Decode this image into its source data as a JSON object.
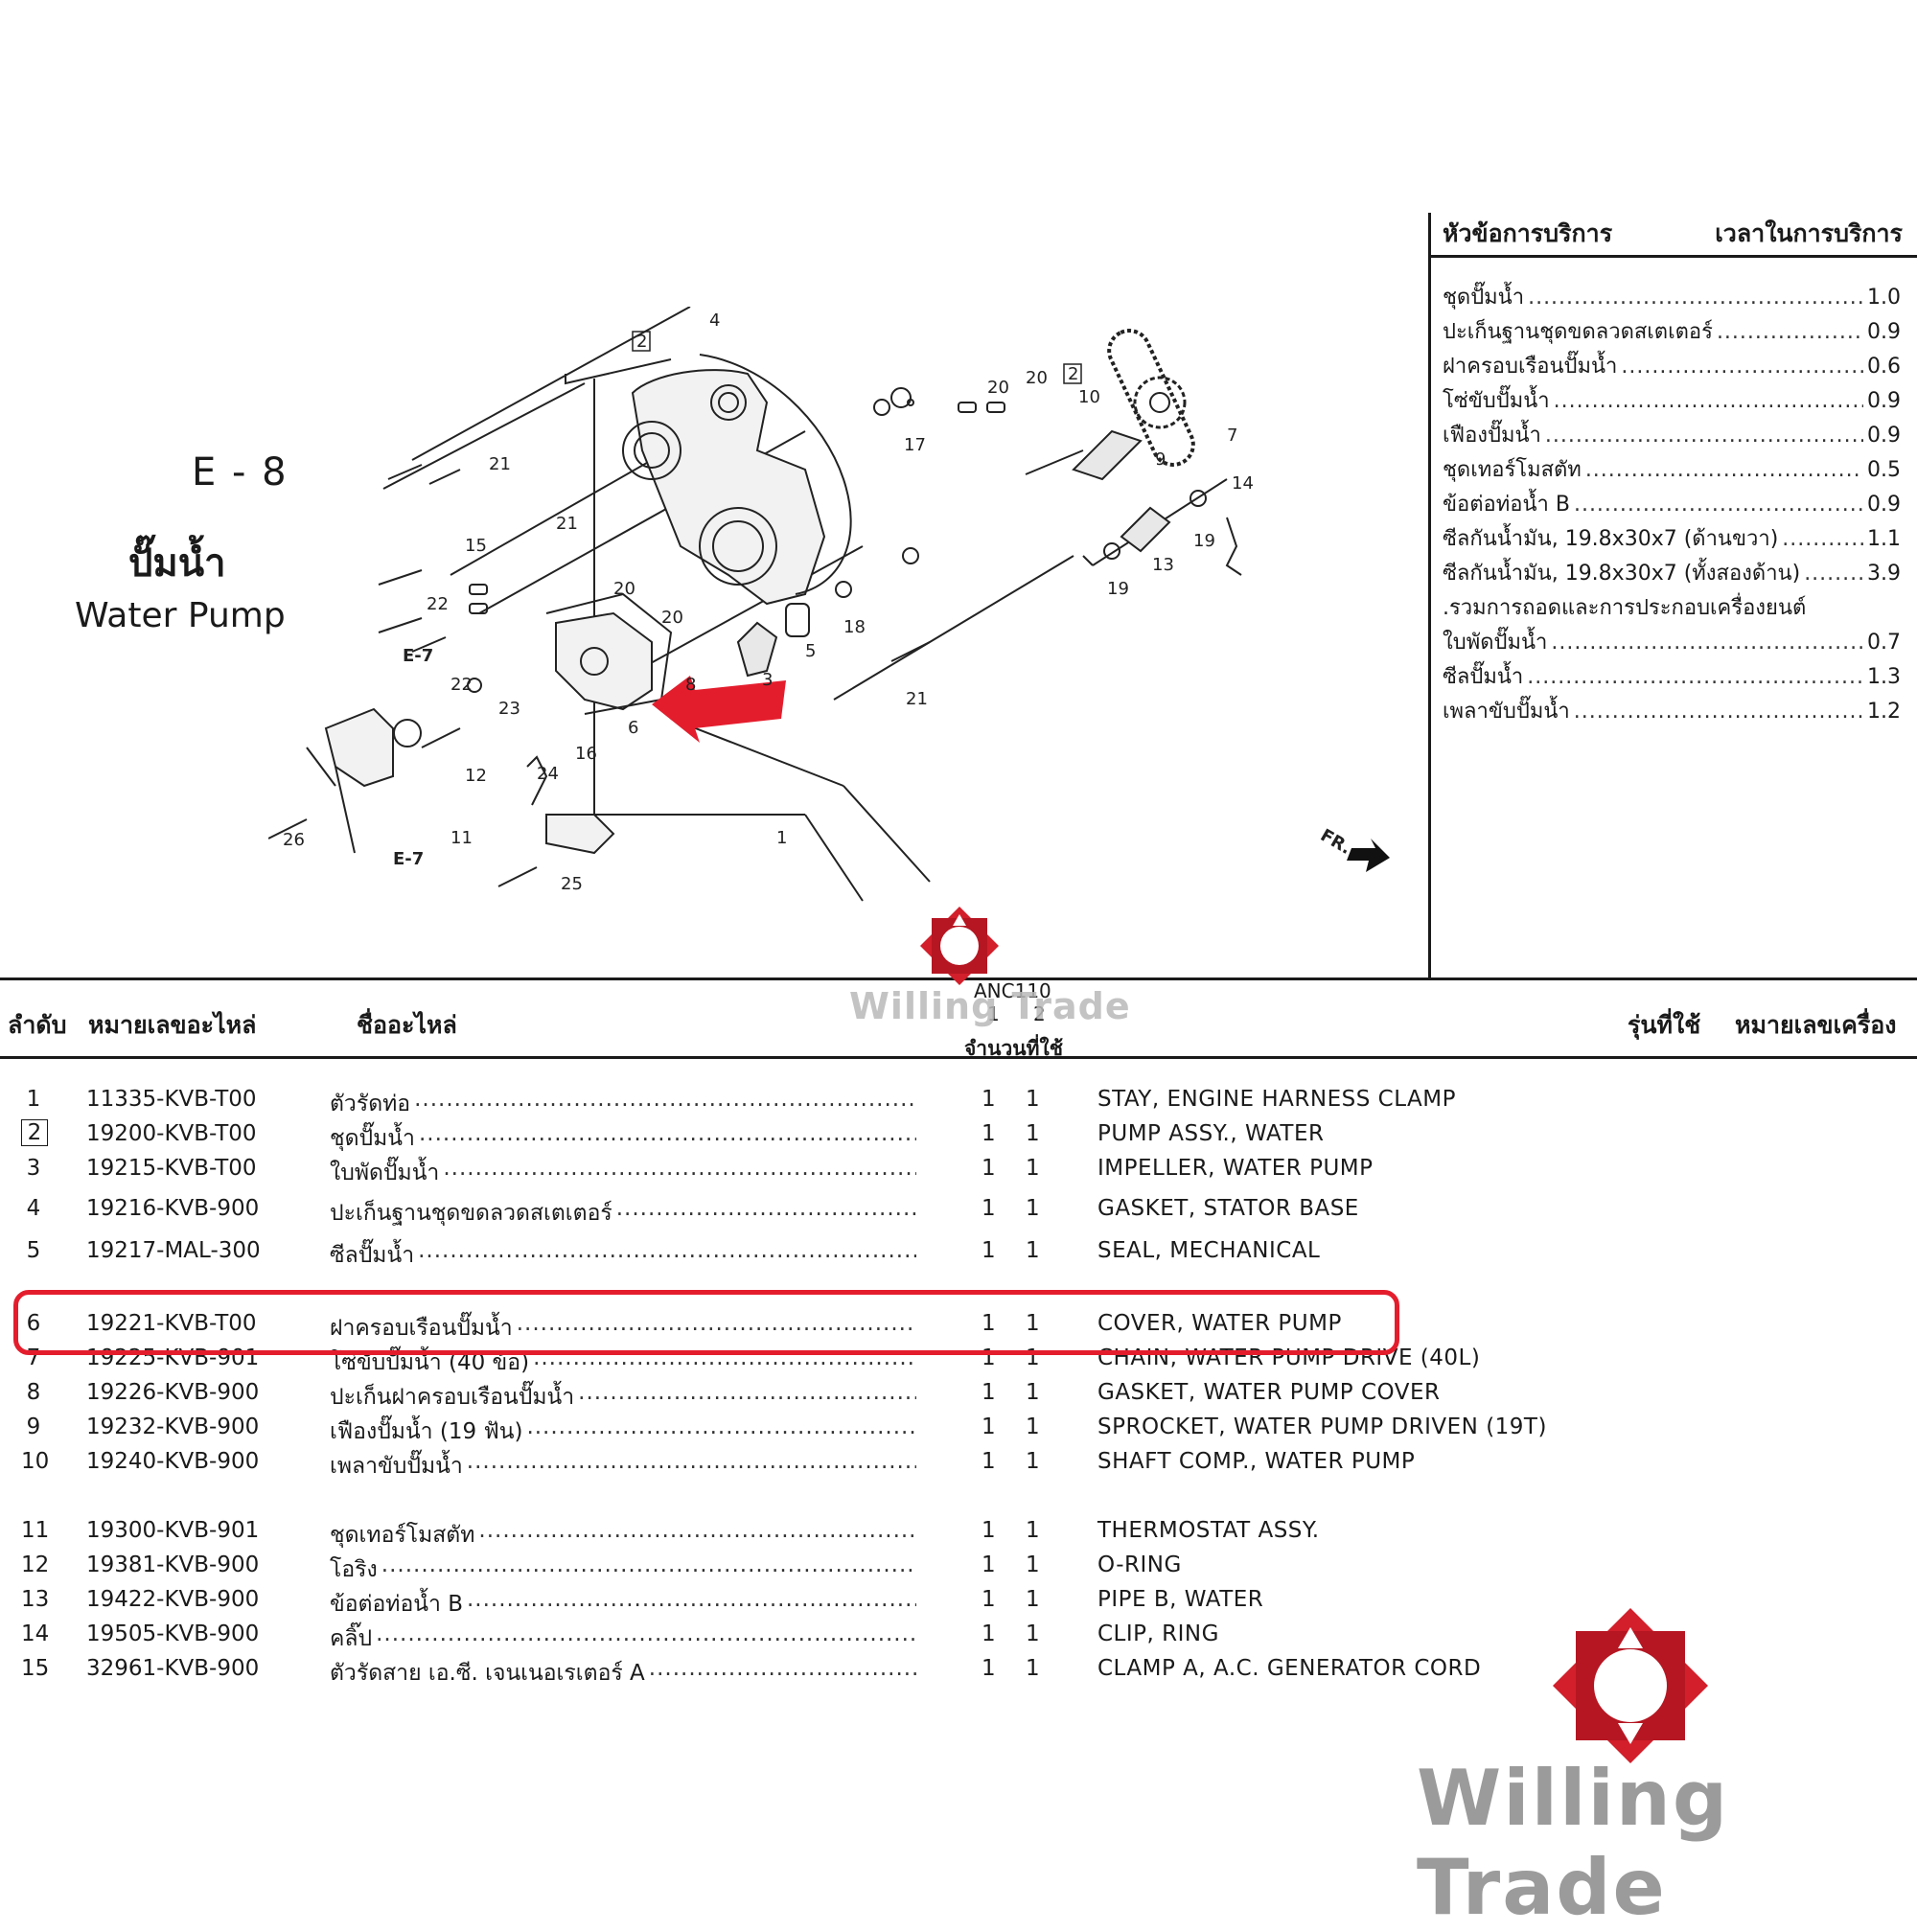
{
  "section": {
    "code": "E - 8",
    "title_th": "ปั๊มน้ำ",
    "title_en": "Water Pump"
  },
  "diagram": {
    "callouts": [
      "1",
      "2",
      "2",
      "3",
      "4",
      "5",
      "6",
      "7",
      "8",
      "9",
      "10",
      "11",
      "12",
      "13",
      "14",
      "15",
      "16",
      "17",
      "18",
      "19",
      "19",
      "20",
      "20",
      "20",
      "20",
      "21",
      "21",
      "21",
      "22",
      "22",
      "23",
      "24",
      "25",
      "26"
    ],
    "refs": [
      "E-7",
      "E-7"
    ],
    "direction_label": "FR."
  },
  "service": {
    "header_left": "หัวข้อการบริการ",
    "header_right": "เวลาในการบริการ",
    "items": [
      {
        "label": "ชุดปั๊มน้ำ",
        "value": "1.0"
      },
      {
        "label": "ปะเก็นฐานชุดขดลวดสเตเตอร์",
        "value": "0.9"
      },
      {
        "label": "ฝาครอบเรือนปั๊มน้ำ",
        "value": "0.6"
      },
      {
        "label": "โซ่ขับปั๊มน้ำ",
        "value": "0.9"
      },
      {
        "label": "เฟืองปั๊มน้ำ",
        "value": "0.9"
      },
      {
        "label": "ชุดเทอร์โมสตัท",
        "value": "0.5"
      },
      {
        "label": "ข้อต่อท่อน้ำ B",
        "value": "0.9"
      },
      {
        "label": "ซีลกันน้ำมัน, 19.8x30x7 (ด้านขวา)",
        "value": "1.1"
      },
      {
        "label": "ซีลกันน้ำมัน, 19.8x30x7 (ทั้งสองด้าน)",
        "value": "3.9"
      },
      {
        "label": ".รวมการถอดและการประกอบเครื่องยนต์",
        "value": ""
      },
      {
        "label": "ใบพัดปั๊มน้ำ",
        "value": "0.7"
      },
      {
        "label": "ซีลปั๊มน้ำ",
        "value": "1.3"
      },
      {
        "label": "เพลาขับปั๊มน้ำ",
        "value": "1.2"
      }
    ]
  },
  "table": {
    "headers": {
      "no": "ลำดับ",
      "part_no": "หมายเลขอะไหล่",
      "name": "ชื่ออะไหล่",
      "model": "ANC110",
      "qty1": "1",
      "qty2": "2",
      "qty_label": "จำนวนที่ใช้",
      "used_model": "รุ่นที่ใช้",
      "engine_no": "หมายเลขเครื่อง"
    },
    "rows": [
      {
        "no": "1",
        "part_no": "11335-KVB-T00",
        "name_th": "ตัวรัดท่อ",
        "q1": "1",
        "q2": "1",
        "name_en": "STAY, ENGINE HARNESS CLAMP"
      },
      {
        "no": "2",
        "part_no": "19200-KVB-T00",
        "name_th": "ชุดปั๊มน้ำ",
        "q1": "1",
        "q2": "1",
        "name_en": "PUMP ASSY., WATER"
      },
      {
        "no": "3",
        "part_no": "19215-KVB-T00",
        "name_th": "ใบพัดปั๊มน้ำ",
        "q1": "1",
        "q2": "1",
        "name_en": "IMPELLER, WATER PUMP"
      },
      {
        "no": "4",
        "part_no": "19216-KVB-900",
        "name_th": "ปะเก็นฐานชุดขดลวดสเตเตอร์",
        "q1": "1",
        "q2": "1",
        "name_en": "GASKET, STATOR BASE"
      },
      {
        "no": "5",
        "part_no": "19217-MAL-300",
        "name_th": "ซีลปั๊มน้ำ",
        "q1": "1",
        "q2": "1",
        "name_en": "SEAL, MECHANICAL"
      },
      {
        "no": "6",
        "part_no": "19221-KVB-T00",
        "name_th": "ฝาครอบเรือนปั๊มน้ำ",
        "q1": "1",
        "q2": "1",
        "name_en": "COVER, WATER PUMP"
      },
      {
        "no": "7",
        "part_no": "19225-KVB-901",
        "name_th": "โซ่ขับปั๊มน้ำ (40 ข้อ)",
        "q1": "1",
        "q2": "1",
        "name_en": "CHAIN, WATER PUMP DRIVE (40L)"
      },
      {
        "no": "8",
        "part_no": "19226-KVB-900",
        "name_th": "ปะเก็นฝาครอบเรือนปั๊มน้ำ",
        "q1": "1",
        "q2": "1",
        "name_en": "GASKET, WATER PUMP COVER"
      },
      {
        "no": "9",
        "part_no": "19232-KVB-900",
        "name_th": "เฟืองปั๊มน้ำ (19 ฟัน)",
        "q1": "1",
        "q2": "1",
        "name_en": "SPROCKET, WATER PUMP DRIVEN (19T)"
      },
      {
        "no": "10",
        "part_no": "19240-KVB-900",
        "name_th": "เพลาขับปั๊มน้ำ",
        "q1": "1",
        "q2": "1",
        "name_en": "SHAFT COMP., WATER PUMP"
      },
      {
        "no": "11",
        "part_no": "19300-KVB-901",
        "name_th": "ชุดเทอร์โมสตัท",
        "q1": "1",
        "q2": "1",
        "name_en": "THERMOSTAT ASSY."
      },
      {
        "no": "12",
        "part_no": "19381-KVB-900",
        "name_th": "โอริง",
        "q1": "1",
        "q2": "1",
        "name_en": "O-RING"
      },
      {
        "no": "13",
        "part_no": "19422-KVB-900",
        "name_th": "ข้อต่อท่อน้ำ B",
        "q1": "1",
        "q2": "1",
        "name_en": "PIPE B, WATER"
      },
      {
        "no": "14",
        "part_no": "19505-KVB-900",
        "name_th": "คลิ๊ป",
        "q1": "1",
        "q2": "1",
        "name_en": "CLIP, RING"
      },
      {
        "no": "15",
        "part_no": "32961-KVB-900",
        "name_th": "ตัวรัดสาย เอ.ซี. เจนเนอเรเตอร์ A",
        "q1": "1",
        "q2": "1",
        "name_en": "CLAMP A, A.C. GENERATOR CORD"
      }
    ]
  },
  "watermark": {
    "text": "Willing Trade",
    "accent_color": "#d21f2b"
  },
  "colors": {
    "highlight": "#e41d2d",
    "arrow": "#e41d2d"
  }
}
